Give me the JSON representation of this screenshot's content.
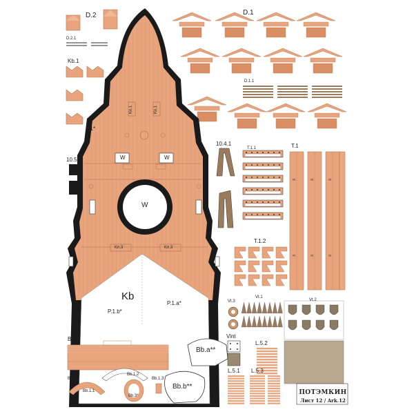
{
  "labels": {
    "d2": "D.2",
    "d1": "D.1",
    "d21": "D.2.1",
    "kb1": "Kb.1",
    "d11": "D.1.1",
    "p1": "P.1*",
    "l1041": "10.4.1",
    "t11": "T.1.1",
    "t1": "T.1",
    "l1055": "10.5.5",
    "w_left": "W",
    "w_right": "W",
    "w_center": "W",
    "kn1_left": "Kn.1",
    "kn1_right": "Kn.1",
    "kn3_left": "Kn.3",
    "kn3_right": "Kn.3",
    "t12": "T.1.2",
    "kb": "Kb",
    "p1a": "P.1.a*",
    "p1b": "P.1.b*",
    "vt3": "Vt.3",
    "vt1": "Vt.1",
    "vt2": "Vt.2",
    "bb1": "Bb.1",
    "vint": "Vint",
    "bba": "Bb.a**",
    "l52": "L.5.2",
    "bb2": "Bb.2",
    "bb12": "Bb.1.2",
    "bb13": "Bb.1.3",
    "bb11": "Bb.1.1",
    "bb3": "Bb.3*",
    "bbb": "Bb.b**",
    "l51": "L.5.1",
    "l53": "L.5.3"
  },
  "title": {
    "name": "ПОТЭМКИН",
    "sheet": "Лист 12 / Ark.12"
  },
  "colors": {
    "paper": "#ffffff",
    "hull": "#e8a47c",
    "hull_dark": "#d98f63",
    "outline": "#1a1a1a",
    "wood": "#c9956b",
    "grey_panel": "#b9a88f"
  }
}
